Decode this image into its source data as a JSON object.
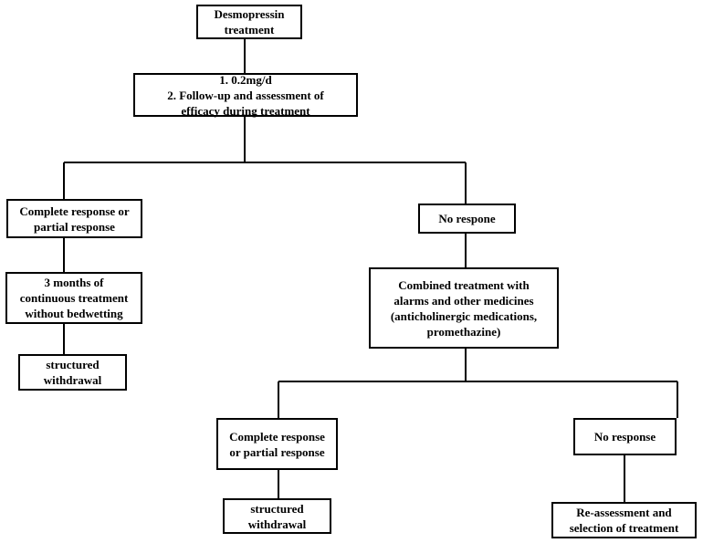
{
  "nodes": {
    "desmopressin": "Desmopressin\ntreatment",
    "dose_followup": "1. 0.2mg/d\n2. Follow-up and assessment of\nefficacy during treatment",
    "complete_partial_1": "Complete response or\npartial response",
    "no_respone": "No respone",
    "three_months": "3 months of\ncontinuous treatment\nwithout bedwetting",
    "withdrawal_1": "structured\nwithdrawal",
    "combined": "Combined treatment with\nalarms and other medicines\n(anticholinergic medications,\npromethazine)",
    "complete_partial_2": "Complete response\nor partial response",
    "no_response": "No response",
    "withdrawal_2": "structured\nwithdrawal",
    "reassessment": "Re-assessment and\nselection of treatment"
  }
}
